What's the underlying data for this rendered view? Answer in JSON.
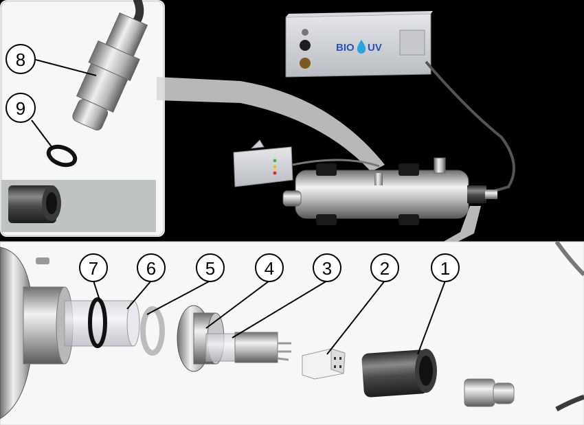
{
  "brand": {
    "logo_left": "BIO",
    "logo_right": "UV",
    "logo_color": "#2b4fb8",
    "drop_color": "#2aa4dd"
  },
  "callouts": [
    {
      "id": "callout-1",
      "label": "1",
      "part": "cap"
    },
    {
      "id": "callout-2",
      "label": "2",
      "part": "connector"
    },
    {
      "id": "callout-3",
      "label": "3",
      "part": "lamp-base"
    },
    {
      "id": "callout-4",
      "label": "4",
      "part": "nut"
    },
    {
      "id": "callout-5",
      "label": "5",
      "part": "washer"
    },
    {
      "id": "callout-6",
      "label": "6",
      "part": "sleeve"
    },
    {
      "id": "callout-7",
      "label": "7",
      "part": "o-ring"
    },
    {
      "id": "callout-8",
      "label": "8",
      "part": "sensor"
    },
    {
      "id": "callout-9",
      "label": "9",
      "part": "sensor-o-ring"
    }
  ]
}
